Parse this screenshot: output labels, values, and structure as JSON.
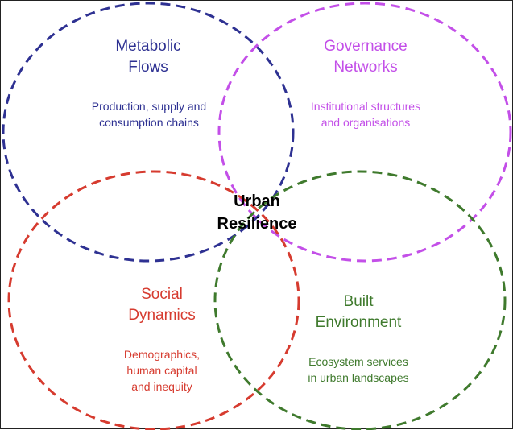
{
  "center": {
    "line1": "Urban",
    "line2": "Resilience",
    "color": "#000000"
  },
  "circles": {
    "metabolic": {
      "title": [
        "Metabolic",
        "Flows"
      ],
      "description": [
        "Production, supply and",
        "consumption chains"
      ],
      "color": "#2e3192"
    },
    "governance": {
      "title": [
        "Governance",
        "Networks"
      ],
      "description": [
        "Institutional structures",
        "and organisations"
      ],
      "color": "#c34fe8"
    },
    "social": {
      "title": [
        "Social",
        "Dynamics"
      ],
      "description": [
        "Demographics,",
        "human capital",
        "and inequity"
      ],
      "color": "#d63b2f"
    },
    "built": {
      "title": [
        "Built",
        "Environment"
      ],
      "description": [
        "Ecosystem services",
        "in urban landscapes"
      ],
      "color": "#3f7a2d"
    }
  }
}
